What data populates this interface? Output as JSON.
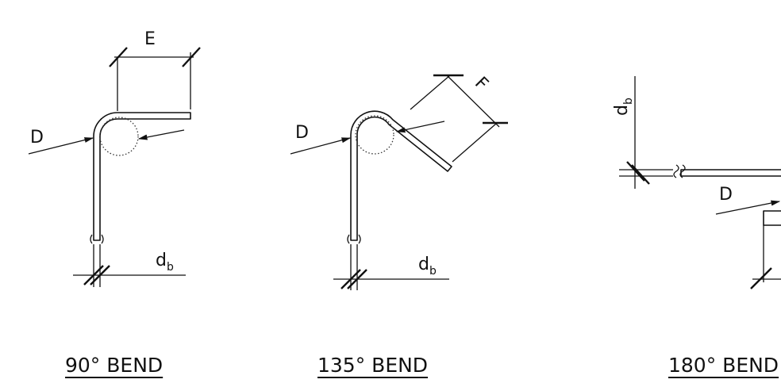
{
  "figures": [
    {
      "caption": "90° BEND",
      "labels": {
        "ext": "E",
        "dia": "D",
        "bar": "d",
        "bar_sub": "b"
      }
    },
    {
      "caption": "135° BEND",
      "labels": {
        "ext": "F",
        "dia": "D",
        "bar": "d",
        "bar_sub": "b"
      }
    },
    {
      "caption": "180° BEND",
      "labels": {
        "dia": "D",
        "bar": "d",
        "bar_sub": "b"
      }
    }
  ]
}
